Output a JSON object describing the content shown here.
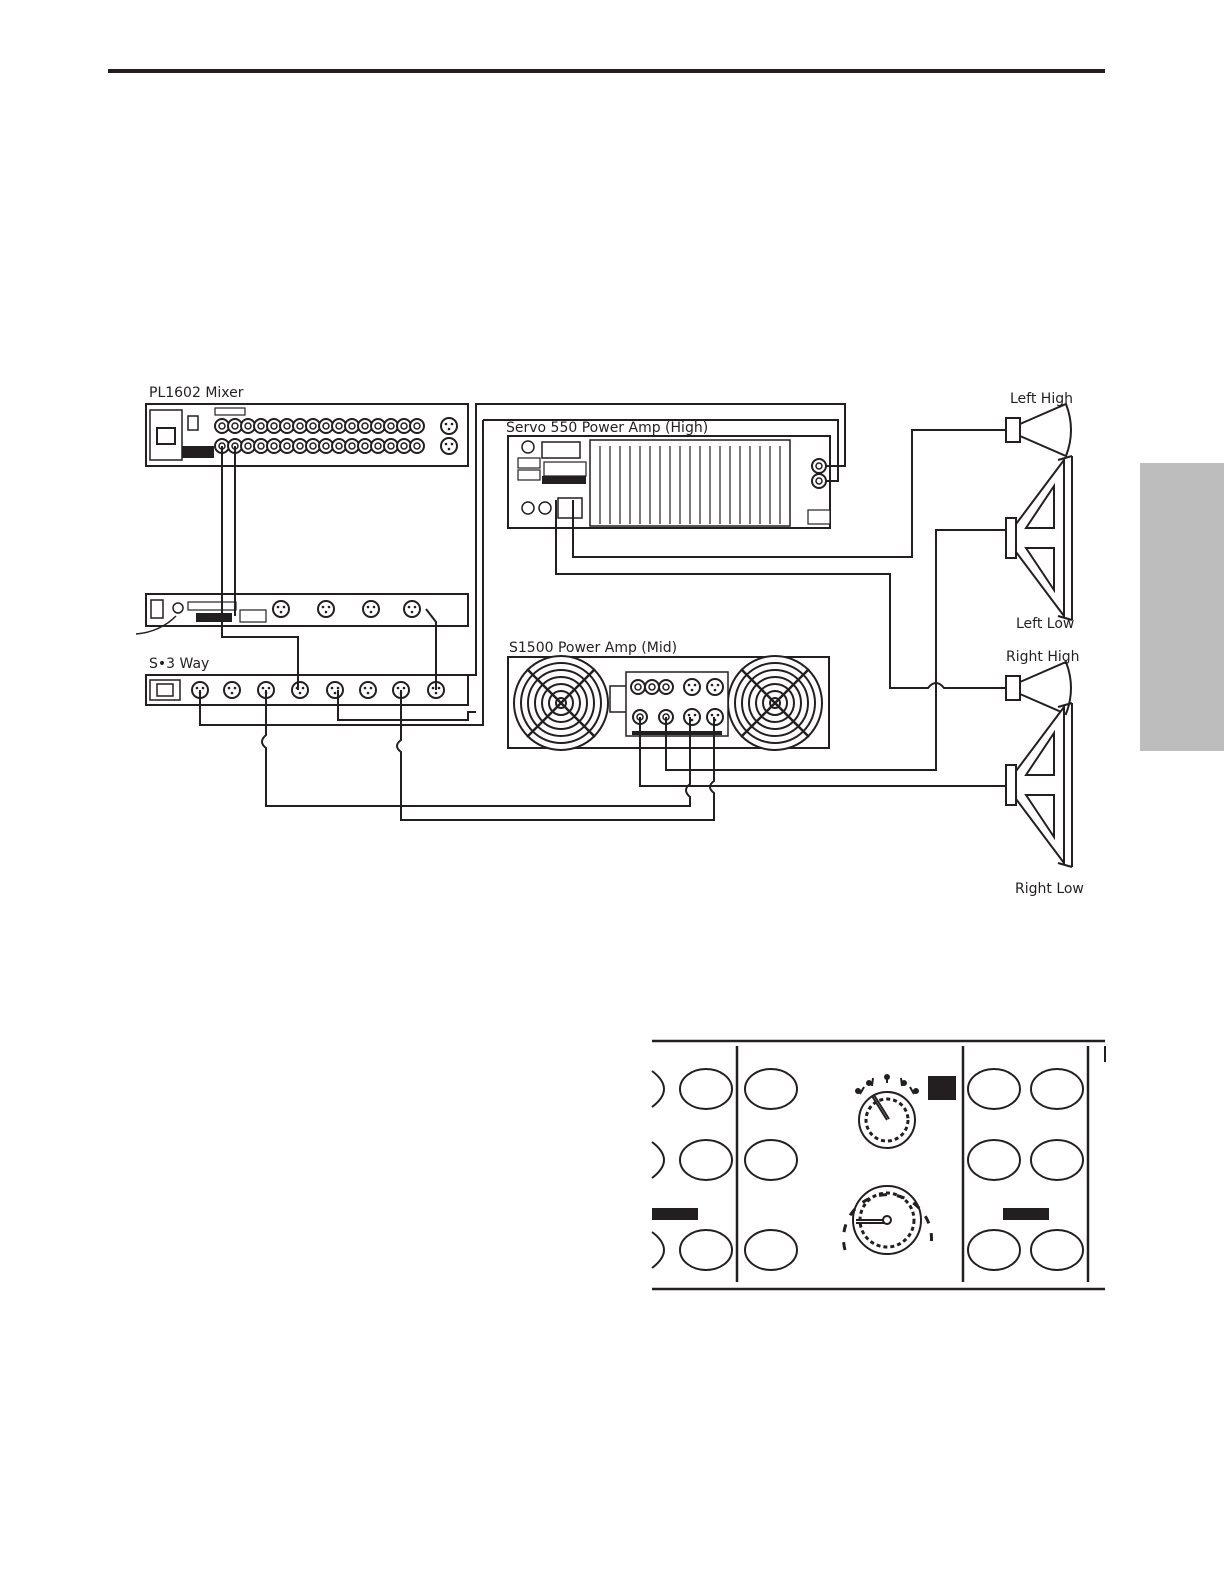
{
  "diagram": {
    "devices": {
      "mixer": "PL1602 Mixer",
      "servo": "Servo 550 Power Amp (High)",
      "s1500": "S1500 Power Amp (Mid)",
      "s3way": "S•3 Way"
    },
    "speakers": {
      "left_high": "Left High",
      "left_low": "Left Low",
      "right_high": "Right High",
      "right_low": "Right Low"
    }
  },
  "colors": {
    "ink": "#231f20",
    "tab": "#bdbdbd"
  },
  "icons": [
    "horn-speaker-icon",
    "cone-speaker-icon",
    "fan-grille-icon",
    "xlr-jack-icon",
    "rotary-knob-icon"
  ]
}
